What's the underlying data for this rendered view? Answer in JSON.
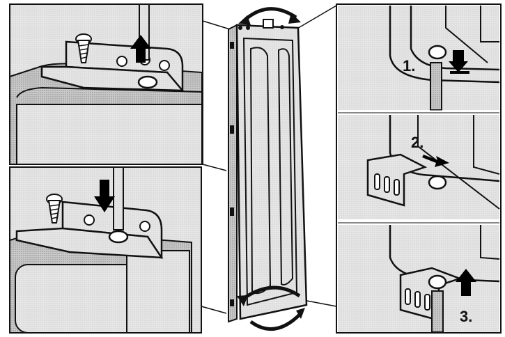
{
  "figure": {
    "background": "#ffffff",
    "panel_fill": "#e4e4e4",
    "line_color": "#111111",
    "accent": "#000000"
  },
  "panels": [
    {
      "id": "top-left",
      "icons": [
        "screw-icon",
        "bracket-icon",
        "arrow-up-icon",
        "screwdriver-icon"
      ]
    },
    {
      "id": "bottom-left",
      "icons": [
        "screw-icon",
        "bracket-icon",
        "arrow-down-icon",
        "screwdriver-icon"
      ]
    },
    {
      "id": "center",
      "icons": [
        "door-panel-icon",
        "rotate-arrow-top-icon",
        "rotate-arrow-bottom-icon"
      ]
    },
    {
      "id": "right-1",
      "icons": [
        "pin-icon",
        "arrow-down-icon"
      ]
    },
    {
      "id": "right-2",
      "icons": [
        "bracket-icon",
        "arrow-right-icon"
      ]
    },
    {
      "id": "right-3",
      "icons": [
        "bracket-icon",
        "arrow-up-icon"
      ]
    }
  ],
  "steps": {
    "step1": "1.",
    "step2": "2.",
    "step3": "3."
  }
}
